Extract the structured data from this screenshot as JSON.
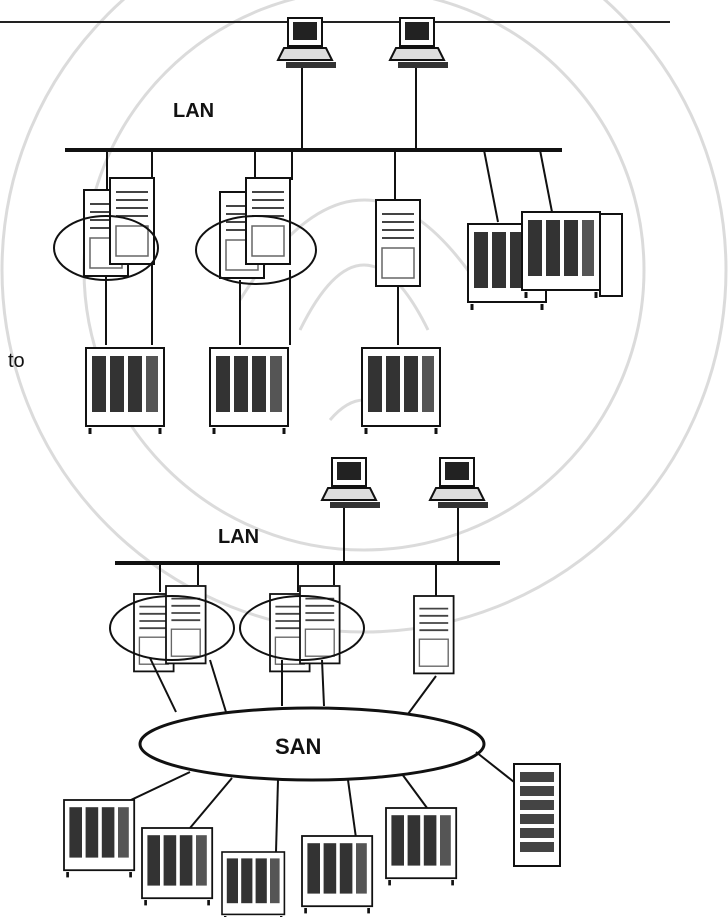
{
  "labels": {
    "lan_top": "LAN",
    "lan_bottom": "LAN",
    "to": "to",
    "san": "SAN"
  },
  "watermark": {
    "seal_present": true,
    "color": "#cfcfcf"
  },
  "colors": {
    "ink": "#111111",
    "line": "#222222",
    "paper": "#ffffff"
  },
  "icons": [
    "workstation-icon",
    "server-icon",
    "storage-array-icon",
    "storage-tower-icon",
    "cluster-ellipse"
  ]
}
